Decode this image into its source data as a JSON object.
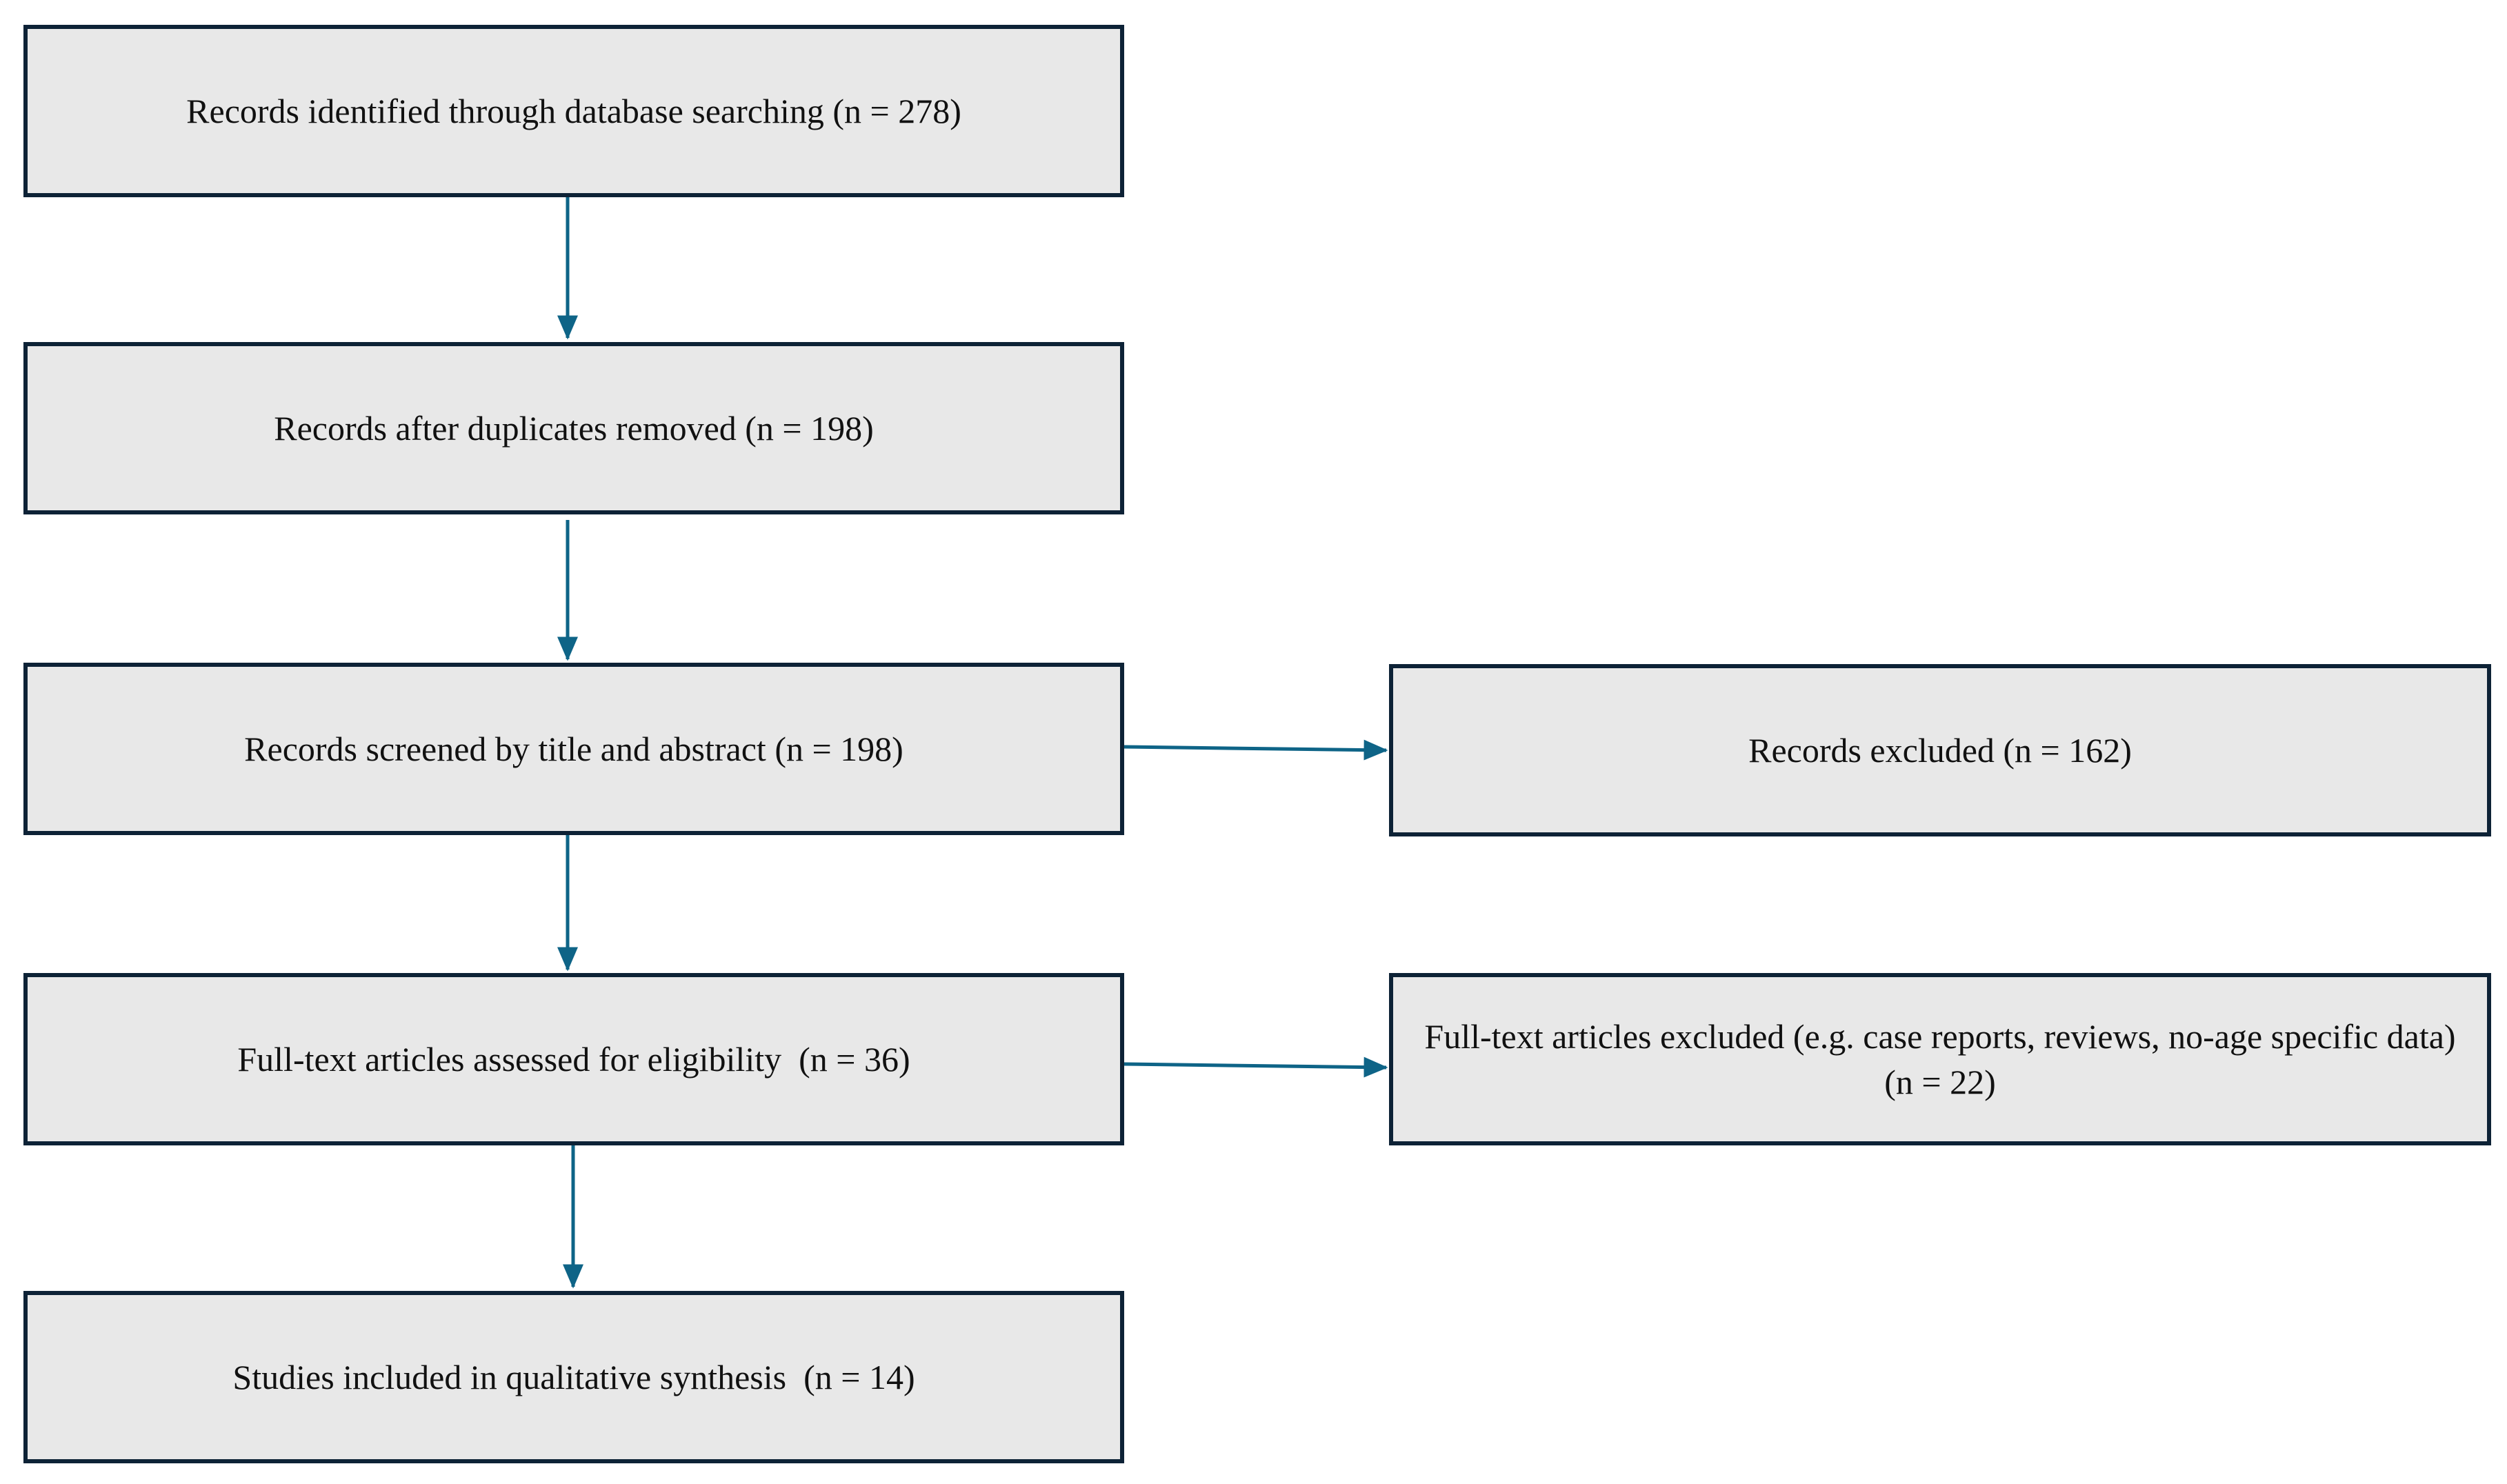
{
  "flowchart": {
    "main_steps": [
      {
        "label": "Records identified through database searching (n = 278)"
      },
      {
        "label": "Records after duplicates removed (n = 198)"
      },
      {
        "label": "Records screened by title and abstract (n = 198)"
      },
      {
        "label": "Full-text articles assessed for eligibility  (n = 36)"
      },
      {
        "label": "Studies included in qualitative synthesis  (n = 14)"
      }
    ],
    "exclusions": [
      {
        "label": "Records excluded (n = 162)"
      },
      {
        "label": "Full-text articles excluded (e.g. case reports, reviews, no-age specific data) (n = 22)"
      }
    ]
  },
  "colors": {
    "box_fill": "#e8e8e8",
    "box_border": "#0d2236",
    "arrow": "#0e6487",
    "text": "#111111"
  }
}
